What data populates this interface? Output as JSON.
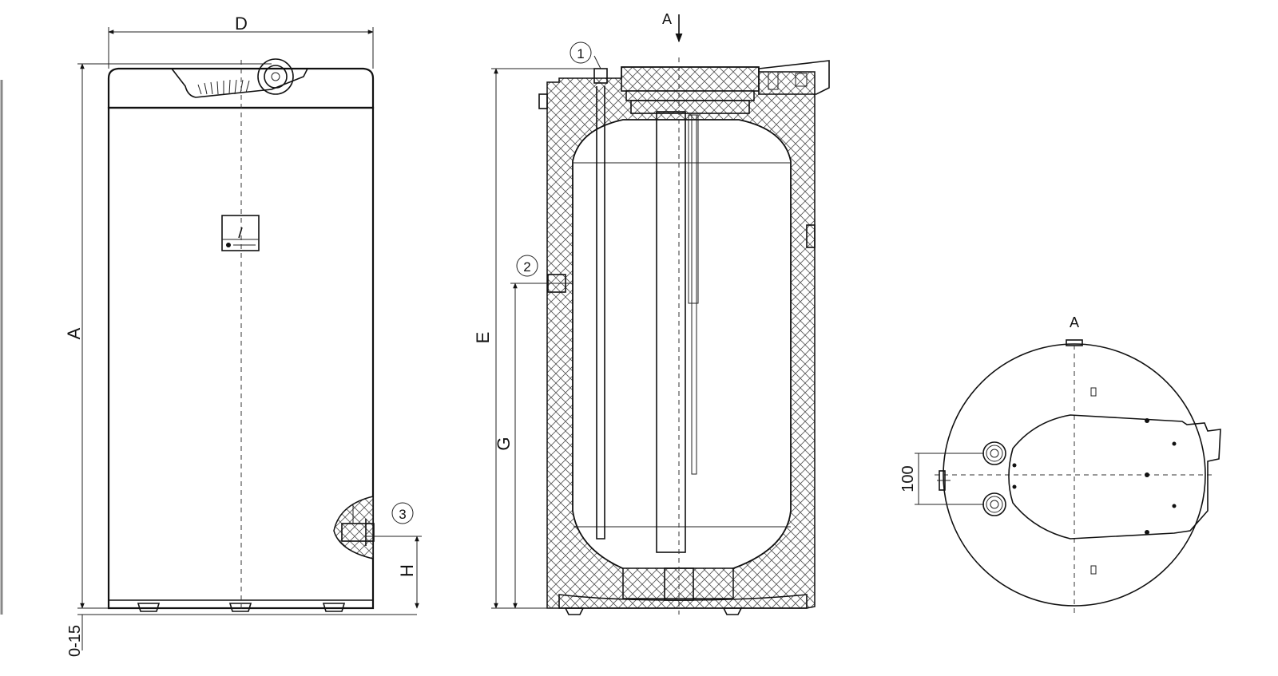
{
  "labels": {
    "D": "D",
    "A_top": "A",
    "A_height": "A",
    "E": "E",
    "G": "G",
    "H": "H",
    "floor_gap": "0-15",
    "pos1": "1",
    "pos2": "2",
    "pos3": "3",
    "A_view": "A",
    "dim_100": "100"
  },
  "colors": {
    "line": "#111111",
    "background": "#ffffff"
  }
}
